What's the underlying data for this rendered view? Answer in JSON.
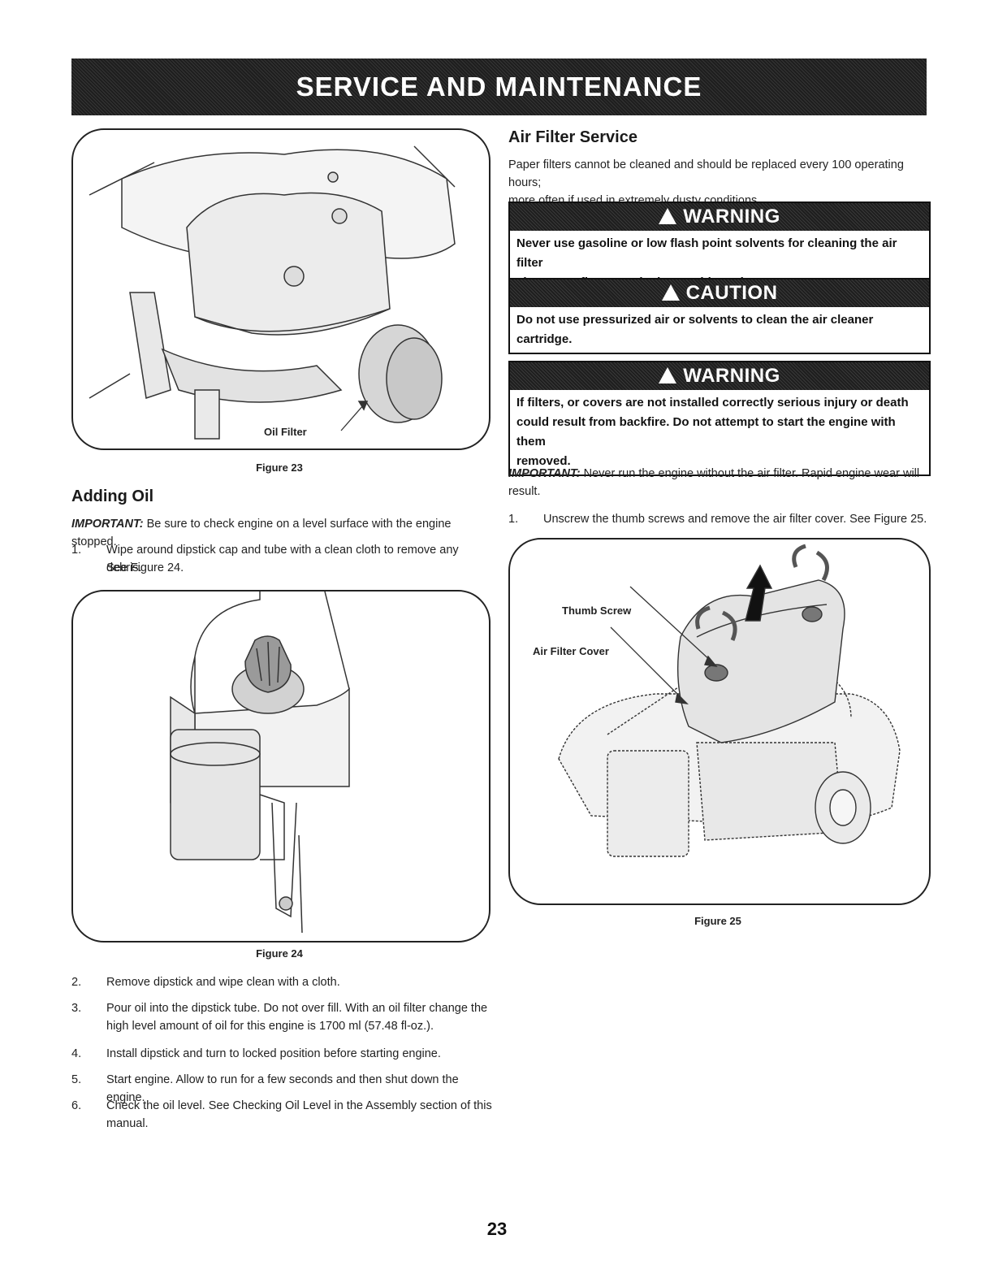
{
  "banner": {
    "title": "SERVICE AND MAINTENANCE"
  },
  "figure23": {
    "label": "Oil Filter",
    "caption": "Figure 23"
  },
  "adding_oil": {
    "heading": "Adding Oil",
    "important_label": "IMPORTANT:",
    "important_text": "Be sure to check engine on a level surface with the engine stopped.",
    "steps": [
      {
        "num": "1.",
        "line1": "Wipe around dipstick cap and tube with a clean cloth to remove any debris.",
        "line2": "See Figure 24."
      }
    ]
  },
  "figure24": {
    "caption": "Figure 24"
  },
  "adding_oil_steps": [
    {
      "num": "2.",
      "line1": "Remove dipstick and wipe clean with a cloth.",
      "line2": ""
    },
    {
      "num": "3.",
      "line1": "Pour oil into the dipstick tube.  Do not over fill.  With an oil filter change the",
      "line2": "high level amount of oil for this engine is 1700 ml (57.48 fl-oz.)."
    },
    {
      "num": "4.",
      "line1": "Install dipstick and turn to locked position before starting engine.",
      "line2": ""
    },
    {
      "num": "5.",
      "line1": "Start engine. Allow to run for a few seconds and then shut down the engine.",
      "line2": ""
    },
    {
      "num": "6.",
      "line1": "Check the oil level. See Checking Oil Level in the Assembly section of this",
      "line2": "manual."
    }
  ],
  "air_filter": {
    "heading": "Air Filter Service",
    "intro1": "Paper filters cannot be cleaned and should be replaced every 100 operating hours;",
    "intro2": "more often if used in extremely dusty conditions.",
    "warning1": {
      "title": "WARNING",
      "line1": "Never use gasoline or low flash point solvents for cleaning the air filter",
      "line2": "element. A fire or explosion could result."
    },
    "caution": {
      "title": "CAUTION",
      "line1": "Do not use pressurized air or solvents to clean the air cleaner",
      "line2": "cartridge."
    },
    "warning2": {
      "title": "WARNING",
      "line1": "If filters, or covers are not installed correctly serious injury or death",
      "line2": "could result from backfire. Do not attempt to start the engine with them",
      "line3": "removed."
    },
    "important_label": "IMPORTANT:",
    "important_line1": "Never run the engine without the air filter. Rapid engine wear will",
    "important_line2": "result.",
    "step1_num": "1.",
    "step1_text": "Unscrew the thumb screws and remove the air filter cover. See Figure 25."
  },
  "figure25": {
    "label_thumb_screw": "Thumb Screw",
    "label_cover": "Air Filter Cover",
    "caption": "Figure 25"
  },
  "page_number": "23"
}
